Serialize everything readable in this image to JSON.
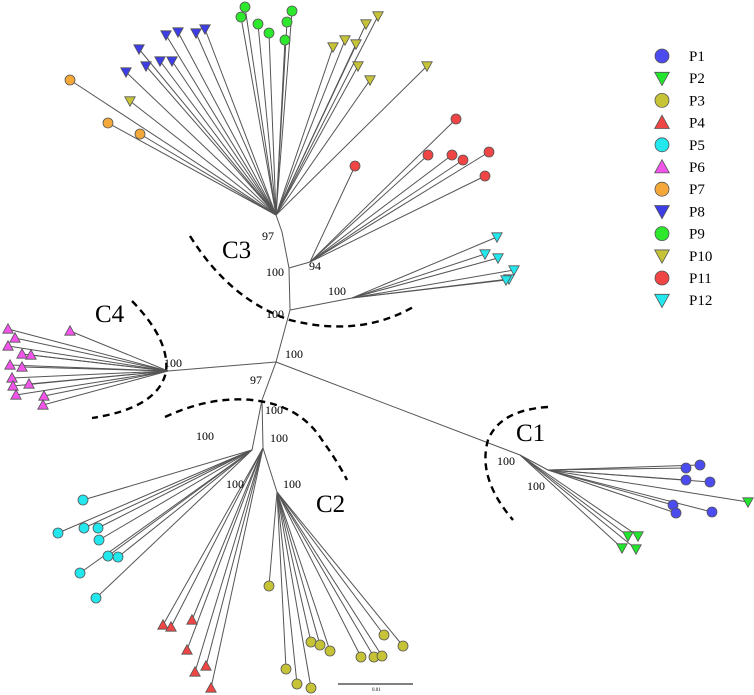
{
  "figure": {
    "clades": [
      {
        "id": "C1",
        "label": "C1"
      },
      {
        "id": "C2",
        "label": "C2"
      },
      {
        "id": "C3",
        "label": "C3"
      },
      {
        "id": "C4",
        "label": "C4"
      }
    ],
    "support": [
      {
        "id": "s-c3-97",
        "value": "97"
      },
      {
        "id": "s-c3-100",
        "value": "100"
      },
      {
        "id": "s-94",
        "value": "94"
      },
      {
        "id": "s-p12",
        "value": "100"
      },
      {
        "id": "s-c3-base",
        "value": "100"
      },
      {
        "id": "s-root-up",
        "value": "100"
      },
      {
        "id": "s-c4",
        "value": "100"
      },
      {
        "id": "s-root-97",
        "value": "97"
      },
      {
        "id": "s-c2-top",
        "value": "100"
      },
      {
        "id": "s-p5",
        "value": "100"
      },
      {
        "id": "s-c2-mid",
        "value": "100"
      },
      {
        "id": "s-p4",
        "value": "100"
      },
      {
        "id": "s-p3",
        "value": "100"
      },
      {
        "id": "s-c1-a",
        "value": "100"
      },
      {
        "id": "s-c1-b",
        "value": "100"
      }
    ],
    "scale_bar": {
      "label": "0.01"
    }
  },
  "legend": [
    {
      "label": "P1",
      "color": "#4b4bf0",
      "shape": "circle"
    },
    {
      "label": "P2",
      "color": "#22e62e",
      "shape": "triangle-down"
    },
    {
      "label": "P3",
      "color": "#c6c436",
      "shape": "circle"
    },
    {
      "label": "P4",
      "color": "#f04545",
      "shape": "triangle-up"
    },
    {
      "label": "P5",
      "color": "#22e8ee",
      "shape": "circle"
    },
    {
      "label": "P6",
      "color": "#f254ea",
      "shape": "triangle-up"
    },
    {
      "label": "P7",
      "color": "#f5a83a",
      "shape": "circle"
    },
    {
      "label": "P8",
      "color": "#3d3de6",
      "shape": "triangle-down"
    },
    {
      "label": "P9",
      "color": "#2ee82e",
      "shape": "circle"
    },
    {
      "label": "P10",
      "color": "#c6c436",
      "shape": "triangle-down"
    },
    {
      "label": "P11",
      "color": "#f04545",
      "shape": "circle"
    },
    {
      "label": "P12",
      "color": "#22e8ee",
      "shape": "triangle-down"
    }
  ]
}
